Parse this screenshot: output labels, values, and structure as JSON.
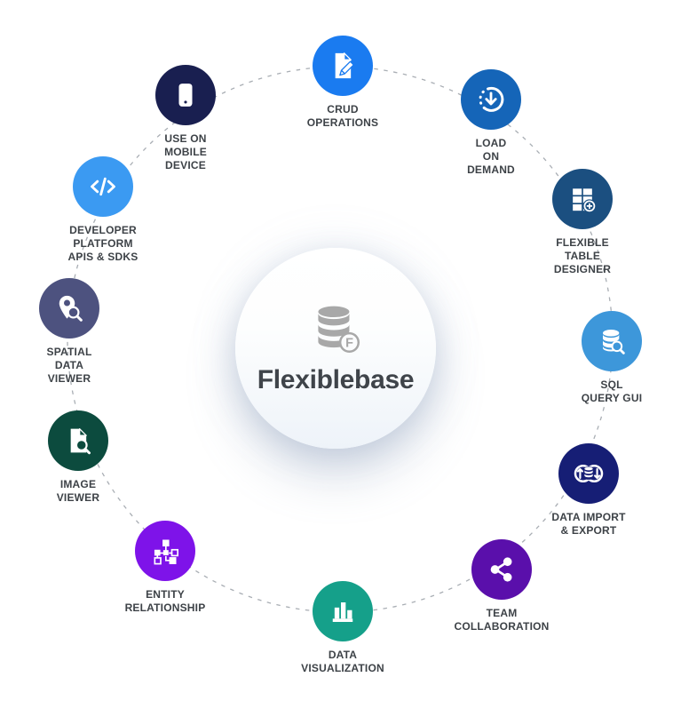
{
  "hub": {
    "title": "Flexiblebase",
    "icon": "database-icon",
    "badge_letter": "F",
    "icon_color": "#a8a8a8",
    "title_color": "#3f444a"
  },
  "ring": {
    "color": "#a9aeb4",
    "style": "dashed"
  },
  "nodes": [
    {
      "id": "crud-operations",
      "label": "CRUD\nOPERATIONS",
      "color": "#1a7bf0",
      "icon": "document-edit-icon"
    },
    {
      "id": "load-on-demand",
      "label": "LOAD\nON\nDEMAND",
      "color": "#1565b8",
      "icon": "refresh-download-icon"
    },
    {
      "id": "flexible-table-designer",
      "label": "FLEXIBLE\nTABLE\nDESIGNER",
      "color": "#1b4f80",
      "icon": "table-add-icon"
    },
    {
      "id": "sql-query-gui",
      "label": "SQL\nQUERY GUI",
      "color": "#3d97da",
      "icon": "database-search-icon"
    },
    {
      "id": "data-import-export",
      "label": "DATA IMPORT\n& EXPORT",
      "color": "#161e75",
      "icon": "database-transfer-icon"
    },
    {
      "id": "team-collaboration",
      "label": "TEAM\nCOLLABORATION",
      "color": "#5a0fab",
      "icon": "share-icon"
    },
    {
      "id": "data-visualization",
      "label": "DATA\nVISUALIZATION",
      "color": "#15a08a",
      "icon": "bar-chart-icon"
    },
    {
      "id": "entity-relationship",
      "label": "ENTITY\nRELATIONSHIP",
      "color": "#7e13e9",
      "icon": "er-diagram-icon"
    },
    {
      "id": "image-viewer",
      "label": "IMAGE\nVIEWER",
      "color": "#0c4b3e",
      "icon": "document-search-icon"
    },
    {
      "id": "spatial-data-viewer",
      "label": "SPATIAL\nDATA\nVIEWER",
      "color": "#4d527f",
      "icon": "map-pin-search-icon"
    },
    {
      "id": "developer-platform",
      "label": "DEVELOPER\nPLATFORM\nAPIS & SDKS",
      "color": "#3b9af2",
      "icon": "code-icon"
    },
    {
      "id": "use-on-mobile",
      "label": "USE ON\nMOBILE\nDEVICE",
      "color": "#191f50",
      "icon": "smartphone-icon"
    }
  ]
}
